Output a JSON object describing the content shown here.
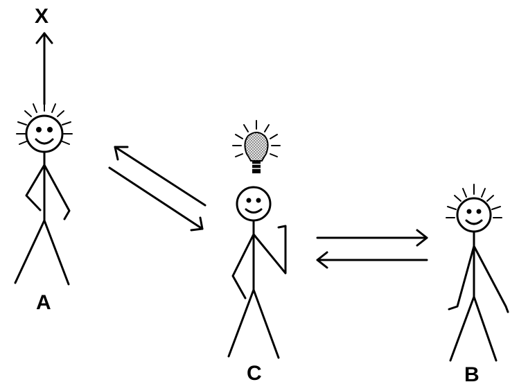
{
  "labels": {
    "target": "X",
    "person_a": "A",
    "person_b": "B",
    "person_c": "C"
  },
  "colors": {
    "ink": "#000000",
    "background": "#ffffff",
    "bulb_fill": "#c8c8c8"
  },
  "icons": {
    "idea": "lightbulb-icon"
  }
}
